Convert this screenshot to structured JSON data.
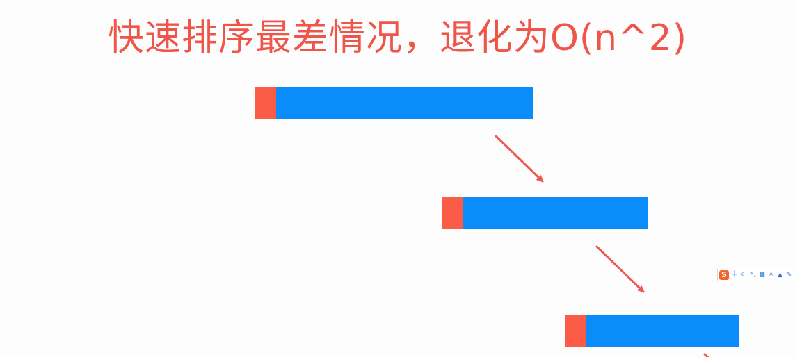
{
  "title": "快速排序最差情况，退化为O(n^2)",
  "colors": {
    "title": "#f0554a",
    "pivot": "#fb5c48",
    "bar": "#0a8cfa",
    "arrow": "#ec5a4f",
    "ime_logo": "#f2642c"
  },
  "ime_toolbar": {
    "logo": "S",
    "lang": "中",
    "icons": [
      "moon-icon",
      "punctuation-icon",
      "keyboard-icon",
      "user-icon",
      "skin-icon",
      "wrench-icon"
    ]
  }
}
